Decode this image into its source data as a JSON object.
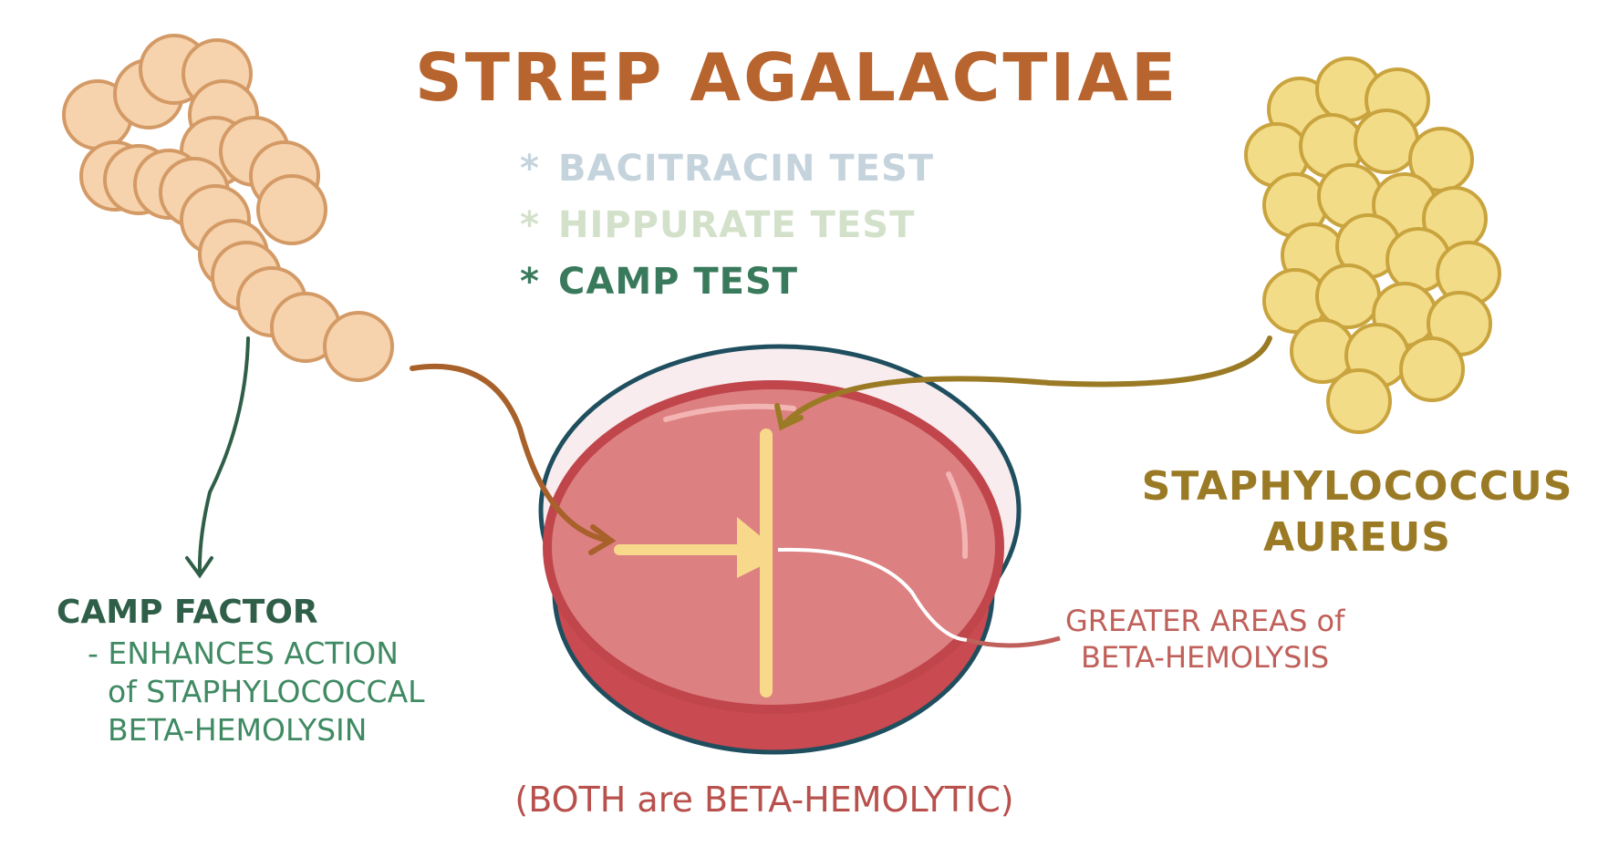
{
  "title": "STREP AGALACTIAE",
  "tests": [
    {
      "bullet": "*",
      "label": "BACITRACIN TEST",
      "color": "#c5d3dc"
    },
    {
      "bullet": "*",
      "label": "HIPPURATE TEST",
      "color": "#d3e1cb"
    },
    {
      "bullet": "*",
      "label": "CAMP TEST",
      "color": "#3a7a5c"
    }
  ],
  "staph_label": {
    "line1": "STAPHYLOCOCCUS",
    "line2": "AUREUS"
  },
  "camp_factor": {
    "heading": "CAMP FACTOR",
    "lines": [
      "- ENHANCES ACTION",
      "of STAPHYLOCOCCAL",
      "BETA-HEMOLYSIN"
    ]
  },
  "greater_areas": {
    "line1": "GREATER AREAS of",
    "line2": "BETA-HEMOLYSIS"
  },
  "footnote": "(BOTH are BETA-HEMOLYTIC)",
  "colors": {
    "strep_fill": "#f6d3ad",
    "strep_stroke": "#d49a66",
    "staph_fill": "#f3dc88",
    "staph_stroke": "#c9a43e",
    "agar": "#dd8081",
    "agar_edge": "#c0464c",
    "dish_rim": "#1f4f5f",
    "streak": "#f8d98c"
  }
}
